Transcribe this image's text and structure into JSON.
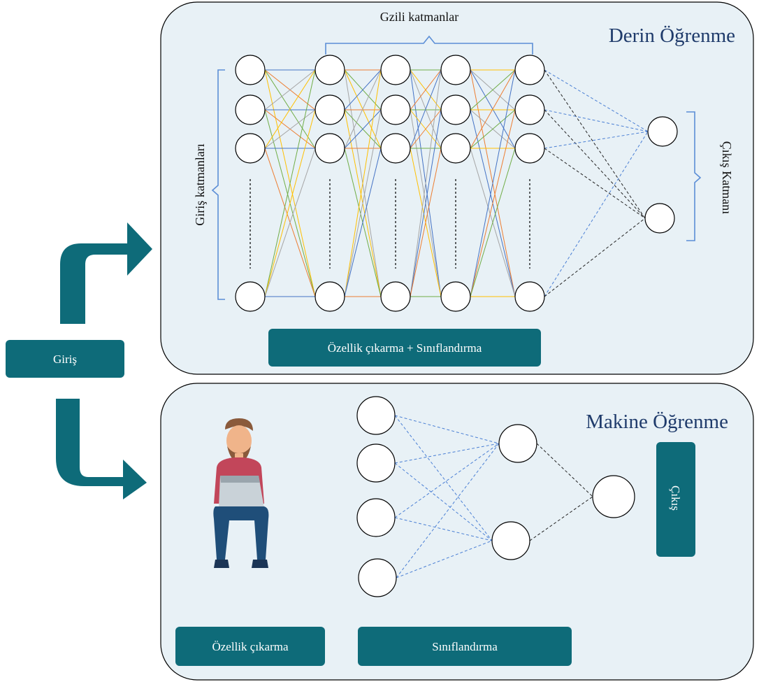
{
  "deep_learning": {
    "title": "Derin Öğrenme",
    "hidden_label": "Gzili katmanlar",
    "input_label": "Giriş katmanları",
    "output_label": "Çıkış Katmanı",
    "feature_badge": "Özellik çıkarma + Sınıflandırma"
  },
  "machine_learning": {
    "title": "Makine Öğrenme",
    "output_badge": "Çıkış",
    "feature_badge": "Özellik çıkarma",
    "classify_badge": "Sınıflandırma"
  },
  "input_badge": "Giriş",
  "colors": {
    "panel": "#e8f1f6",
    "badge": "#0e6b79",
    "title": "#1f3b6b",
    "brace": "#5b8ed6",
    "edge_palette": [
      "#4472c4",
      "#ed7d31",
      "#70ad47",
      "#ffc000",
      "#a5a5a5"
    ]
  }
}
